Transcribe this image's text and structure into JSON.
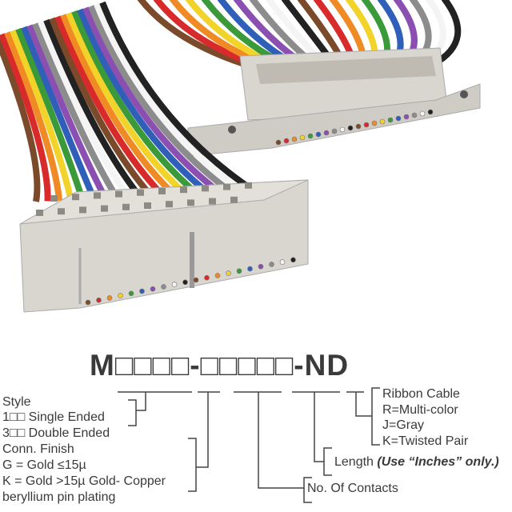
{
  "part_number": "M□□□□-□□□□□-ND",
  "style": {
    "title": "Style",
    "opt1": "1□□ Single Ended",
    "opt3": "3□□ Double Ended"
  },
  "finish": {
    "title": "Conn. Finish",
    "g": "G = Gold ≤15µ",
    "k": "K = Gold >15µ Gold- Copper",
    "k2": "beryllium pin plating"
  },
  "contacts": {
    "title": "No. Of Contacts"
  },
  "length": {
    "title": "Length",
    "note": "(Use “Inches” only.)"
  },
  "ribbon": {
    "title": "Ribbon Cable",
    "r": "R=Multi-color",
    "j": "J=Gray",
    "k": "K=Twisted Pair"
  },
  "colors": {
    "wires": [
      "#7a4a2a",
      "#d8292b",
      "#f08a24",
      "#f2d32a",
      "#3a9a3a",
      "#2f5fb8",
      "#8a4fb0",
      "#8c8c8c",
      "#f4f4f4",
      "#222222"
    ],
    "housing": "#d9d6d0",
    "text": "#3a3a3a"
  }
}
